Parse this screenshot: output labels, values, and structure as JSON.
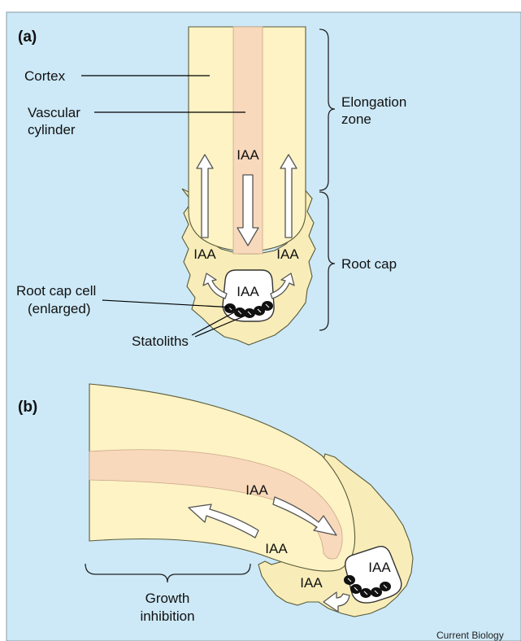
{
  "panel_a": {
    "label": "(a)",
    "cortex": "Cortex",
    "vascular_line1": "Vascular",
    "vascular_line2": "cylinder",
    "iaa_center": "IAA",
    "iaa_left": "IAA",
    "iaa_right": "IAA",
    "iaa_cell": "IAA",
    "elongation_line1": "Elongation",
    "elongation_line2": "zone",
    "root_cap": "Root cap",
    "root_cap_cell_line1": "Root cap cell",
    "root_cap_cell_line2": "(enlarged)",
    "statoliths": "Statoliths"
  },
  "panel_b": {
    "label": "(b)",
    "iaa_vascular": "IAA",
    "iaa_lower": "IAA",
    "iaa_cell": "IAA",
    "iaa_cap": "IAA",
    "growth_line1": "Growth",
    "growth_line2": "inhibition"
  },
  "credit": "Current Biology",
  "colors": {
    "background": "#cde9f7",
    "cortex": "#fdf3c4",
    "vascular": "#f8d9bb",
    "root_cap": "#f8edb8",
    "arrow": "#ffffff"
  }
}
